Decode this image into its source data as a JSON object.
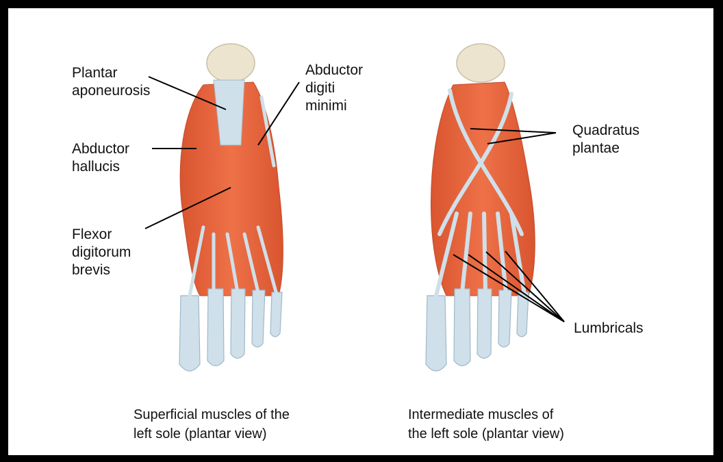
{
  "colors": {
    "frame": "#000000",
    "background": "#ffffff",
    "muscle": "#e8663f",
    "muscle_light": "#f2936f",
    "tendon": "#cfe0ea",
    "tendon_edge": "#9fb8c8",
    "bone": "#ece4cf",
    "leader": "#000000"
  },
  "left_figure": {
    "labels": {
      "plantar_aponeurosis": "Plantar\naponeurosis",
      "abductor_hallucis": "Abductor\nhallucis",
      "flexor_digitorum_brevis": "Flexor\ndigitorum\nbrevis",
      "abductor_digiti_minimi": "Abductor\ndigiti\nminimi"
    },
    "caption": "Superficial muscles of the\nleft sole (plantar view)"
  },
  "right_figure": {
    "labels": {
      "quadratus_plantae": "Quadratus\nplantae",
      "lumbricals": "Lumbricals"
    },
    "caption": "Intermediate muscles of\nthe left sole (plantar view)"
  }
}
